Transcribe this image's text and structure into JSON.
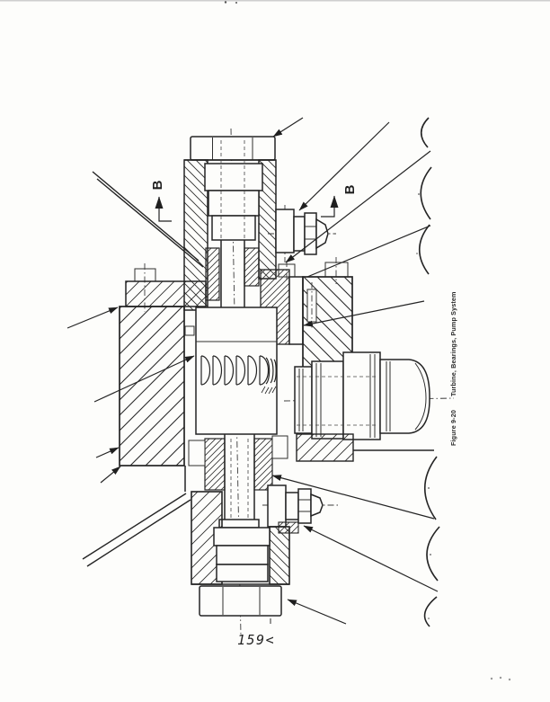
{
  "page": {
    "paper_color": "#fdfdfb",
    "ink_color": "#1f1f1f",
    "page_number": "159<"
  },
  "figure": {
    "caption_label": "Figure 9-20",
    "caption_title": "Turbine, Bearings, Pump System",
    "section_label_left": "B",
    "section_label_right": "B"
  }
}
